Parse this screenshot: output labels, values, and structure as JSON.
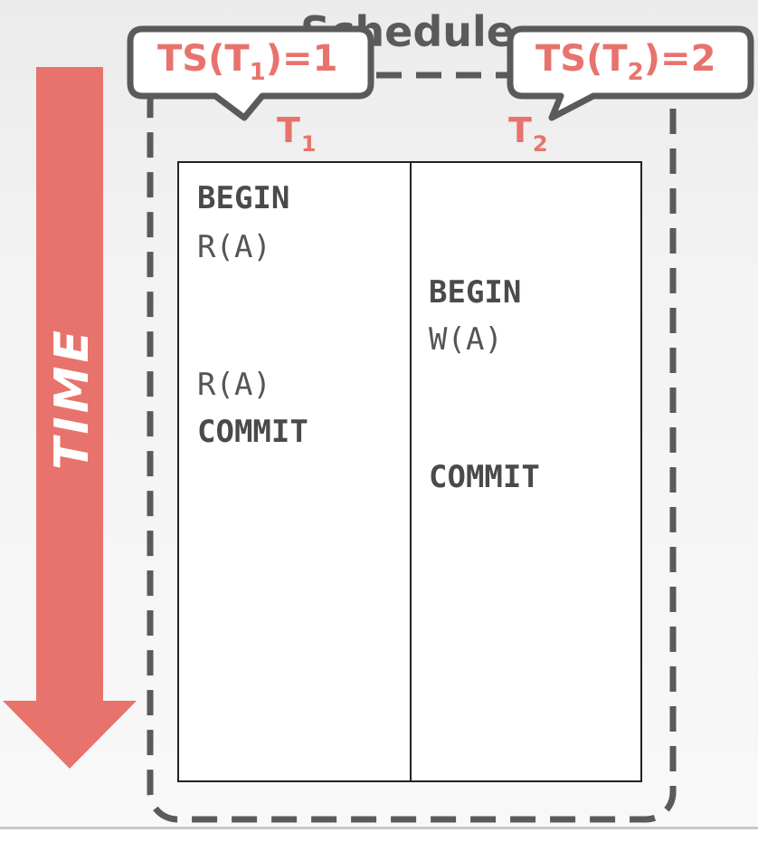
{
  "diagram": {
    "time_label": "TIME",
    "schedule_title": "Schedule",
    "transactions": [
      {
        "name": "T",
        "subscript": "1",
        "timestamp_label": "TS(T",
        "timestamp_close": ")=1"
      },
      {
        "name": "T",
        "subscript": "2",
        "timestamp_label": "TS(T",
        "timestamp_close": ")=2"
      }
    ],
    "operations": {
      "t1": [
        {
          "text": "BEGIN",
          "kind": "keyword"
        },
        {
          "text": "R(A)",
          "kind": "op"
        },
        {
          "text": "R(A)",
          "kind": "op"
        },
        {
          "text": "COMMIT",
          "kind": "keyword"
        }
      ],
      "t2": [
        {
          "text": "BEGIN",
          "kind": "keyword"
        },
        {
          "text": "W(A)",
          "kind": "op"
        },
        {
          "text": "COMMIT",
          "kind": "keyword"
        }
      ]
    },
    "colors": {
      "accent": "#e8736c",
      "frame": "#5a5a5a",
      "text": "#4a4a4a"
    }
  }
}
